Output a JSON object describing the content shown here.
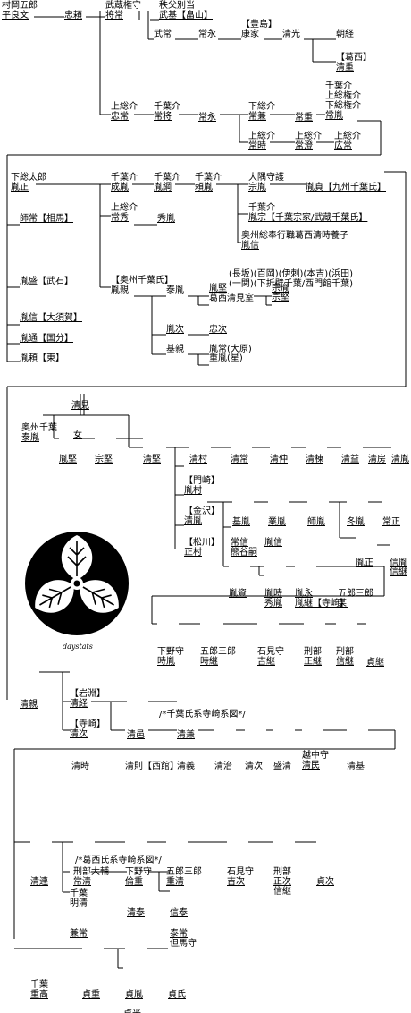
{
  "nodes": [
    {
      "title": "村岡五郎",
      "name": "平良文"
    },
    {
      "name": "忠頼"
    },
    {
      "title": "武蔵権守",
      "name": "将常"
    },
    {
      "title": "秩父別当",
      "name": "武基",
      "note": "【畠山】"
    },
    {
      "name": "武常"
    },
    {
      "name": "常永"
    },
    {
      "title": "【豊島】",
      "name": "康家"
    },
    {
      "name": "清光"
    },
    {
      "name": "朝経"
    },
    {
      "title": "【葛西】",
      "name": "清重"
    },
    {
      "title": "上総介",
      "name": "忠常"
    },
    {
      "title": "千葉介",
      "name": "常将"
    },
    {
      "name": "常永"
    },
    {
      "title": "下総介",
      "name": "常兼"
    },
    {
      "name": "常重"
    },
    {
      "title": "千葉介・上総権介・下総権介",
      "name": "常胤"
    },
    {
      "title": "上総介",
      "name": "常時"
    },
    {
      "title": "上総介",
      "name": "常澄"
    },
    {
      "title": "上総介",
      "name": "広常"
    },
    {
      "title": "下総太郎",
      "name": "胤正"
    },
    {
      "title": "千葉介",
      "name": "成胤"
    },
    {
      "title": "千葉介",
      "name": "胤綱"
    },
    {
      "title": "千葉介",
      "name": "頼胤"
    },
    {
      "title": "大隅守護",
      "name": "宗胤"
    },
    {
      "name": "胤貞",
      "note": "【九州千葉氏】"
    },
    {
      "title": "千葉介",
      "name": "胤宗",
      "note": "【千葉宗家/武蔵千葉氏】"
    },
    {
      "title": "奥州総奉行職葛西清時養子",
      "name": "胤信"
    },
    {
      "name": "師常",
      "note": "【相馬】"
    },
    {
      "title": "上総介",
      "name": "常秀"
    },
    {
      "name": "秀胤"
    },
    {
      "name": "胤盛",
      "note": "【武石】"
    },
    {
      "title": "【奥州千葉氏】",
      "name": "胤親"
    },
    {
      "name": "泰胤"
    },
    {
      "name": "胤堅",
      "note": "葛西清見室"
    },
    {
      "name": "宗胤"
    },
    {
      "name": "宗堅"
    },
    {
      "name": "胤信",
      "note": "【大須賀】"
    },
    {
      "name": "胤次"
    },
    {
      "name": "忠次"
    },
    {
      "name": "胤通",
      "note": "【国分】"
    },
    {
      "name": "基親"
    },
    {
      "name": "胤常(大原)"
    },
    {
      "name": "重胤(星)"
    },
    {
      "name": "胤頼",
      "note": "【東】"
    },
    {
      "name": "清見"
    },
    {
      "name": "女"
    },
    {
      "title": "奥州千葉",
      "name": "泰胤"
    },
    {
      "name": "胤堅"
    },
    {
      "name": "宗堅"
    },
    {
      "name": "清堅"
    },
    {
      "name": "清村"
    },
    {
      "name": "清常"
    },
    {
      "name": "清仲"
    },
    {
      "name": "清棟"
    },
    {
      "name": "清益"
    },
    {
      "name": "清房"
    },
    {
      "name": "清胤"
    },
    {
      "title": "【門崎】",
      "name": "胤村"
    },
    {
      "title": "【金沢】",
      "name": "清胤"
    },
    {
      "name": "基胤"
    },
    {
      "name": "業胤"
    },
    {
      "name": "師胤"
    },
    {
      "name": "冬胤"
    },
    {
      "name": "常正"
    },
    {
      "title": "【松川】",
      "name": "正村"
    },
    {
      "name": "常信"
    },
    {
      "name": "胤信"
    },
    {
      "name": "熊谷嗣"
    },
    {
      "name": "胤正"
    },
    {
      "name": "信胤"
    },
    {
      "name": "信継"
    },
    {
      "name": "胤資"
    },
    {
      "name": "胤時"
    },
    {
      "name": "秀胤"
    },
    {
      "name": "胤永"
    },
    {
      "name": "胤継",
      "note": "【寺崎】"
    },
    {
      "title": "五郎三郎",
      "name": "某"
    },
    {
      "title": "下野守",
      "name": "時胤"
    },
    {
      "title": "五郎三郎",
      "name": "時継"
    },
    {
      "title": "石見守",
      "name": "吉継"
    },
    {
      "title": "刑部",
      "name": "正継"
    },
    {
      "title": "刑部",
      "name": "信継"
    },
    {
      "name": "貞継"
    },
    {
      "name": "清親"
    },
    {
      "title": "【岩淵】",
      "name": "清経"
    },
    {
      "title": "【寺崎】",
      "name": "清次"
    },
    {
      "name": "清邑"
    },
    {
      "name": "清兼"
    },
    {
      "name": "清時"
    },
    {
      "name": "清則",
      "note": "【西館】"
    },
    {
      "name": "清義"
    },
    {
      "name": "清治"
    },
    {
      "name": "清次"
    },
    {
      "name": "盛清"
    },
    {
      "title": "越中守",
      "name": "清民"
    },
    {
      "name": "清基"
    },
    {
      "name": "清連"
    },
    {
      "title": "刑部大輔",
      "name": "常清"
    },
    {
      "title": "下野守",
      "name": "倫重"
    },
    {
      "title": "五郎三郎",
      "name": "重清"
    },
    {
      "title": "石見守",
      "name": "吉次"
    },
    {
      "title": "刑部",
      "name": "正次",
      "extra": "信継"
    },
    {
      "name": "貞次"
    },
    {
      "title": "千葉",
      "name": "明清"
    },
    {
      "name": "清泰"
    },
    {
      "name": "信泰"
    },
    {
      "name": "泰常",
      "note": "但馬守"
    },
    {
      "name": "兼常"
    },
    {
      "title": "千葉",
      "name": "重高"
    },
    {
      "name": "貞重"
    },
    {
      "name": "貞胤"
    },
    {
      "name": "貞氏"
    },
    {
      "name": "貞光"
    }
  ],
  "labels": {
    "caption_chiba": "/*千葉氏系寺崎系図*/",
    "caption_kasai": "/*葛西氏系寺崎系図*/",
    "insho_branches": "(長坂)(百岡)(伊刺)(本吉)(浜田)",
    "insho_branches2": "(一関)(下折壁千葉/西門館千葉)",
    "mon_label": "daystats"
  },
  "colors": {
    "ink": "#000000",
    "paper": "#ffffff"
  },
  "icons": {
    "crest": "mitsuba-aoi-crest-icon"
  }
}
